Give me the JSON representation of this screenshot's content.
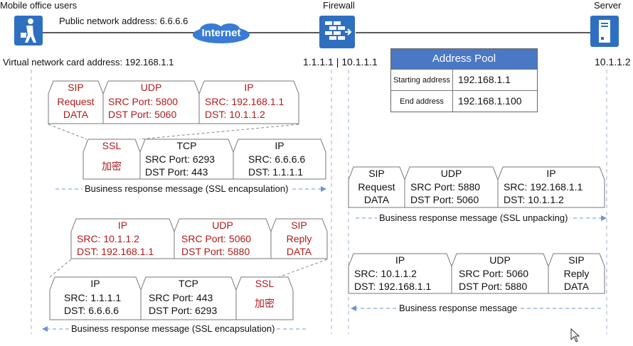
{
  "top": {
    "mobile_users": "Mobile office users",
    "firewall": "Firewall",
    "server": "Server",
    "internet": "Internet",
    "public_addr": "Public network address: 6.6.6.6",
    "vnic_addr": "Virtual network card address: 192.168.1.1",
    "fw_addr": "1.1.1.1 | 10.1.1.1",
    "server_addr": "10.1.1.2"
  },
  "pool": {
    "title": "Address Pool",
    "start_key": "Starting address",
    "start_val": "192.168.1.1",
    "end_key": "End address",
    "end_val": "192.168.1.100"
  },
  "p1": {
    "sip_h": "SIP",
    "sip_1": "Request",
    "sip_2": "DATA",
    "udp_h": "UDP",
    "udp_1": "SRC Port: 5800",
    "udp_2": "DST Port: 5060",
    "ip_h": "IP",
    "ip_1": "SRC: 192.168.1.1",
    "ip_2": "DST: 10.1.1.2"
  },
  "p2": {
    "ssl_h": "SSL",
    "ssl_body": "加密",
    "tcp_h": "TCP",
    "tcp_1": "SRC Port: 6293",
    "tcp_2": "DST Port: 443",
    "ip_h": "IP",
    "ip_1": "SRC: 6.6.6.6",
    "ip_2": "DST: 1.1.1.1",
    "caption": "Business response message (SSL encapsulation)"
  },
  "p3": {
    "sip_h": "SIP",
    "sip_1": "Request",
    "sip_2": "DATA",
    "udp_h": "UDP",
    "udp_1": "SRC Port: 5880",
    "udp_2": "DST Port: 5060",
    "ip_h": "IP",
    "ip_1": "SRC: 192.168.1.1",
    "ip_2": "DST: 10.1.1.2",
    "caption": "Business response message (SSL unpacking)"
  },
  "p4": {
    "ip_h": "IP",
    "ip_1": "SRC: 10.1.1.2",
    "ip_2": "DST: 192.168.1.1",
    "udp_h": "UDP",
    "udp_1": "SRC Port: 5060",
    "udp_2": "DST Port: 5880",
    "sip_h": "SIP",
    "sip_1": "Reply",
    "sip_2": "DATA"
  },
  "p5": {
    "ip_h": "IP",
    "ip_1": "SRC: 1.1.1.1",
    "ip_2": "DST: 6.6.6.6",
    "tcp_h": "TCP",
    "tcp_1": "SRC Port: 443",
    "tcp_2": "DST Port: 6293",
    "ssl_h": "SSL",
    "ssl_body": "加密",
    "caption": "Business response message (SSL encapsulation)"
  },
  "p6": {
    "ip_h": "IP",
    "ip_1": "SRC: 10.1.1.2",
    "ip_2": "DST: 192.168.1.1",
    "udp_h": "UDP",
    "udp_1": "SRC Port: 5060",
    "udp_2": "DST Port: 5880",
    "sip_h": "SIP",
    "sip_1": "Reply",
    "sip_2": "DATA",
    "caption": "Business response message"
  },
  "colors": {
    "icon_blue": "#2f6fc0",
    "cloud_blue": "#3a7bd5",
    "pool_header": "#4a78c4",
    "red_text": "#b11a1a",
    "arrow_blue": "#6f94c8"
  }
}
